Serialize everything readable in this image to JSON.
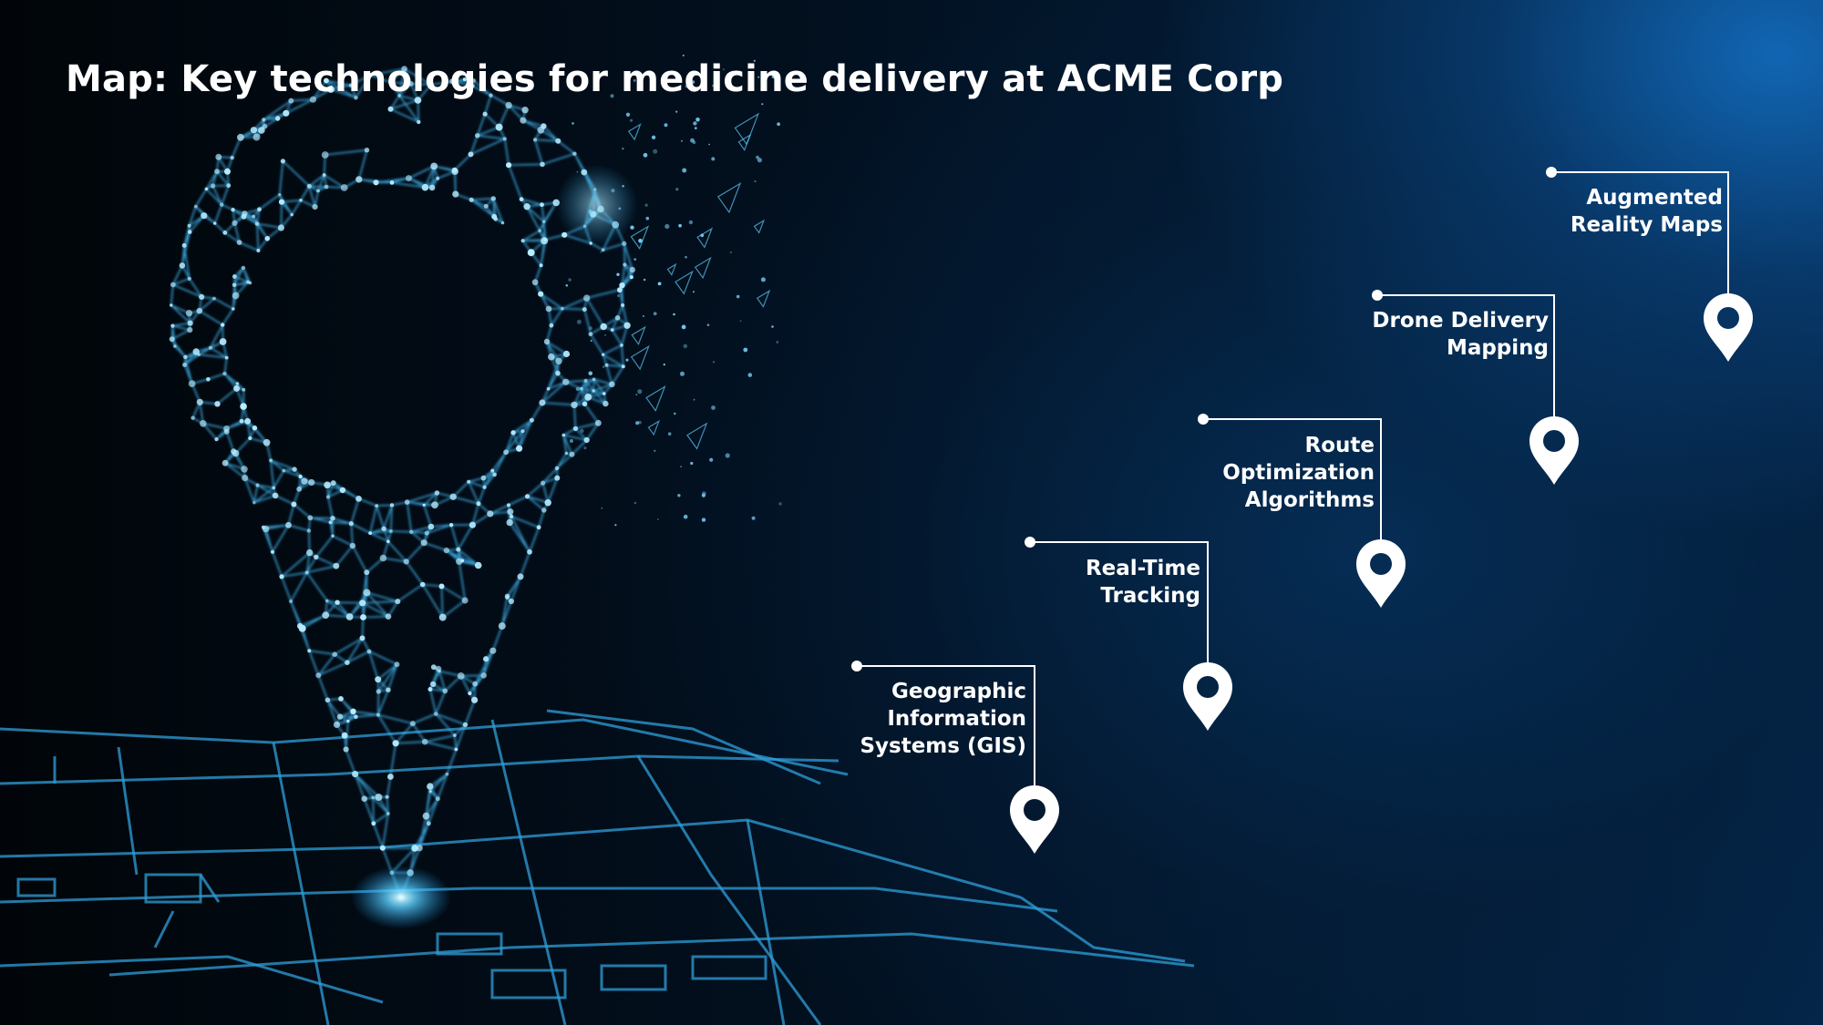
{
  "title": "Map: Key technologies for medicine delivery at ACME Corp",
  "colors": {
    "background_dark": "#01070f",
    "background_accent": "#1269b9",
    "mesh_line": "#3fb4ee",
    "mesh_node": "#b8ecff",
    "callout": "#ffffff"
  },
  "technologies": [
    {
      "lines": [
        "Geographic",
        "Information",
        "Systems (GIS)"
      ]
    },
    {
      "lines": [
        "Real-Time",
        "Tracking"
      ]
    },
    {
      "lines": [
        "Route",
        "Optimization",
        "Algorithms"
      ]
    },
    {
      "lines": [
        "Drone Delivery",
        "Mapping"
      ]
    },
    {
      "lines": [
        "Augmented",
        "Reality Maps"
      ]
    }
  ]
}
